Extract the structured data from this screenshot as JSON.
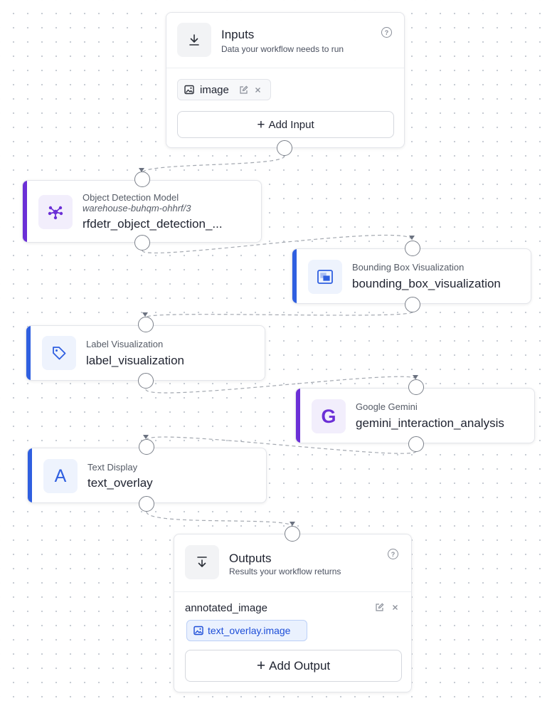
{
  "inputs": {
    "title": "Inputs",
    "subtitle": "Data your workflow needs to run",
    "help_glyph": "?",
    "items": [
      {
        "name": "image"
      }
    ],
    "add_label": "Add Input",
    "plus": "+"
  },
  "nodes": [
    {
      "type": "Object Detection Model",
      "sub": "warehouse-buhqm-ohhrf/3",
      "name": "rfdetr_object_detection_...",
      "accent": "#6b2fd6",
      "icon": "model-graph-icon"
    },
    {
      "type": "Bounding Box Visualization",
      "name": "bounding_box_visualization",
      "accent": "#2f5fe0",
      "icon": "bounding-box-icon"
    },
    {
      "type": "Label Visualization",
      "name": "label_visualization",
      "accent": "#2f5fe0",
      "icon": "tag-icon"
    },
    {
      "type": "Google Gemini",
      "name": "gemini_interaction_analysis",
      "accent": "#6b2fd6",
      "icon": "google-g-icon",
      "icon_glyph": "G"
    },
    {
      "type": "Text Display",
      "name": "text_overlay",
      "accent": "#2f5fe0",
      "icon": "text-a-icon",
      "icon_glyph": "A"
    }
  ],
  "outputs": {
    "title": "Outputs",
    "subtitle": "Results your workflow returns",
    "help_glyph": "?",
    "items": [
      {
        "name": "annotated_image",
        "binding": "text_overlay.image"
      }
    ],
    "add_label": "Add Output",
    "plus": "+"
  },
  "colors": {
    "purple_accent": "#6b2fd6",
    "blue_accent": "#2f5fe0",
    "binding_text": "#1d4ed8"
  }
}
